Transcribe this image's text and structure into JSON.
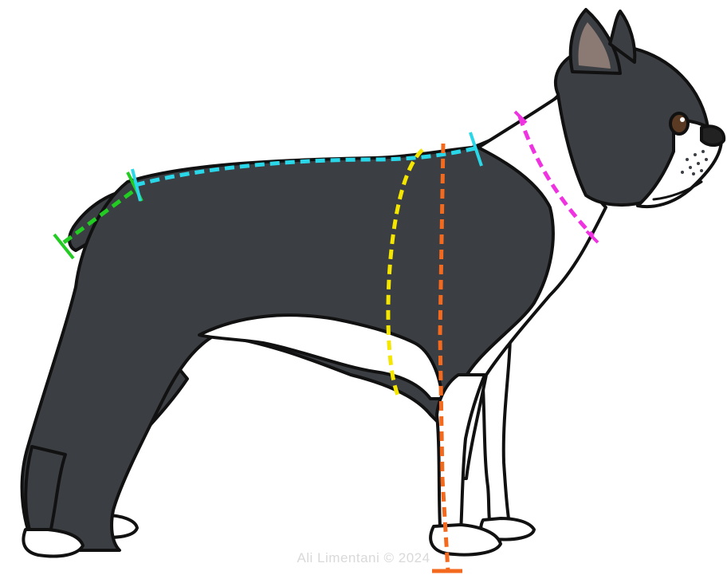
{
  "credit": "Ali Limentani © 2024",
  "colors": {
    "background": "#ffffff",
    "coat_dark": "#3b3e42",
    "coat_white": "#ffffff",
    "outline": "#111111",
    "inner_ear": "#8b7a74",
    "eye": "#5a3a22",
    "tail_length": "#22cc22",
    "back_length": "#2ad7e8",
    "chest_girth": "#f5e600",
    "height": "#f36a1e",
    "neck_girth": "#f033e0"
  },
  "measurement_lines": [
    {
      "name": "tail-length-line",
      "color_key": "tail_length",
      "end_caps": true
    },
    {
      "name": "back-length-line",
      "color_key": "back_length",
      "end_caps": true
    },
    {
      "name": "chest-girth-line",
      "color_key": "chest_girth",
      "end_caps": false
    },
    {
      "name": "height-line",
      "color_key": "height",
      "end_caps": true
    },
    {
      "name": "neck-girth-line",
      "color_key": "neck_girth",
      "end_caps": true
    }
  ]
}
